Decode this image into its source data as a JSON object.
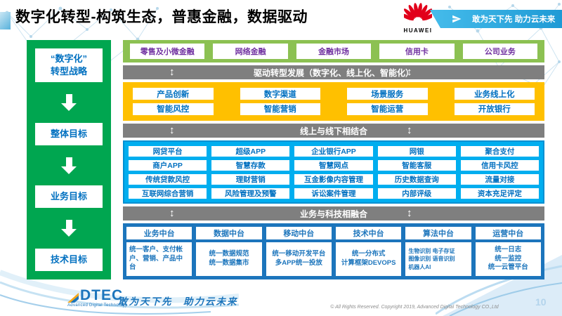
{
  "header": {
    "title": "数字化转型-构筑生态，普惠金融，数据驱动",
    "huawei_logo_text": "HUAWEI",
    "banner_slogan": "敢为天下先 助力云未来"
  },
  "icons": {
    "updown_arrow": "↕"
  },
  "sidebar": {
    "items": [
      "“数字化”\n转型战略",
      "整体目标",
      "业务目标",
      "技术目标"
    ]
  },
  "main": {
    "business_lines": [
      "零售及小微金融",
      "网络金融",
      "金融市场",
      "信用卡",
      "公司业务"
    ],
    "banner_drive": "驱动转型发展（数字化、线上化、智能化）",
    "capabilities": [
      [
        "产品创新",
        "数字渠道",
        "场景服务",
        "业务线上化"
      ],
      [
        "智能风控",
        "智能营销",
        "智能运营",
        "开放银行"
      ]
    ],
    "banner_online_offline": "线上与线下相结合",
    "online_offline": [
      [
        "网贷平台",
        "超级APP",
        "企业银行APP",
        "网银",
        "聚合支付"
      ],
      [
        "商户APP",
        "智慧存款",
        "智慧网点",
        "智能客服",
        "信用卡风控"
      ],
      [
        "传统贷款风控",
        "理财营销",
        "互金影像内容管理",
        "历史数据查询",
        "流量对接"
      ],
      [
        "互联网综合营销",
        "风险管理及预警",
        "诉讼案件管理",
        "内部评级",
        "资本充足评定"
      ]
    ],
    "banner_tech_fusion": "业务与科技相融合",
    "platforms": [
      {
        "title": "业务中台",
        "items": [
          "统一客户、支付帐户、营销、产品中台"
        ]
      },
      {
        "title": "数据中台",
        "items": [
          "统一数据规范",
          "统一数据集市"
        ]
      },
      {
        "title": "移动中台",
        "items": [
          "统一移动开发平台",
          "多APP统一投放"
        ]
      },
      {
        "title": "技术中台",
        "items": [
          "统一分布式",
          "计算框架DEVOPS"
        ]
      },
      {
        "title": "算法中台",
        "items": [
          "生物识别 电子存证",
          "图像识别 语音识别",
          "机器人AI"
        ]
      },
      {
        "title": "运营中台",
        "items": [
          "统一日志",
          "统一监控",
          "统一云管平台"
        ]
      }
    ]
  },
  "footer": {
    "logo_text": "DTEC",
    "logo_subtext": "Advanced Digital Technology",
    "slogan": "敢为天下先　助力云未来",
    "copyright": "© All Rights Reserved. Copyright 2019, Advanced Digital Technology CO.,Ltd",
    "page_number": "10"
  },
  "colors": {
    "sidebar_green": "#00A650",
    "band_light_green": "#8CC152",
    "band_gray": "#7F7F7F",
    "band_yellow": "#FFC000",
    "band_bright_blue": "#00AEEF",
    "band_dark_blue": "#1C75BC",
    "box_text_blue": "#0070C0",
    "box_text_purple": "#7030A0",
    "banner_blue": "#29ABE2"
  }
}
